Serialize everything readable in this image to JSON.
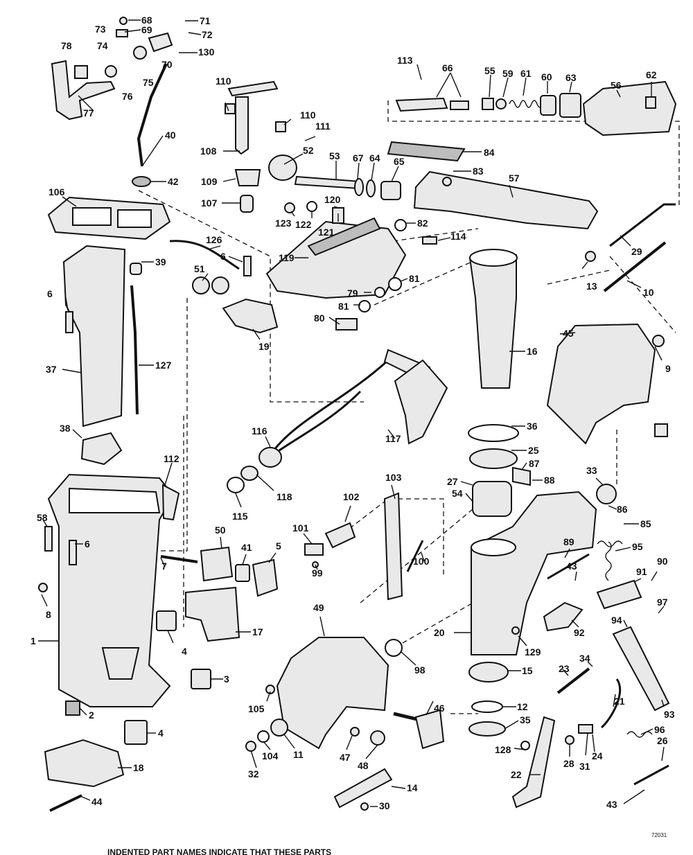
{
  "diagram": {
    "drawing_number": "72031",
    "footnote": "INDENTED PART NAMES INDICATE THAT THESE PARTS",
    "callouts": [
      "68",
      "71",
      "73",
      "69",
      "72",
      "78",
      "74",
      "130",
      "70",
      "75",
      "76",
      "77",
      "40",
      "42",
      "113",
      "66",
      "55",
      "59",
      "61",
      "60",
      "63",
      "56",
      "62",
      "110",
      "110",
      "111",
      "108",
      "52",
      "53",
      "67",
      "64",
      "65",
      "84",
      "83",
      "57",
      "109",
      "107",
      "106",
      "120",
      "123",
      "122",
      "121",
      "82",
      "114",
      "126",
      "6",
      "39",
      "51",
      "119",
      "81",
      "79",
      "81",
      "13",
      "29",
      "10",
      "6",
      "80",
      "19",
      "9",
      "37",
      "127",
      "16",
      "45",
      "38",
      "36",
      "116",
      "117",
      "112",
      "25",
      "87",
      "88",
      "27",
      "54",
      "118",
      "115",
      "103",
      "102",
      "33",
      "86",
      "85",
      "58",
      "6",
      "101",
      "100",
      "89",
      "43",
      "95",
      "91",
      "90",
      "7",
      "99",
      "50",
      "41",
      "5",
      "8",
      "1",
      "4",
      "17",
      "49",
      "20",
      "94",
      "97",
      "92",
      "129",
      "98",
      "3",
      "15",
      "34",
      "23",
      "46",
      "105",
      "12",
      "35",
      "2",
      "4",
      "18",
      "11",
      "104",
      "32",
      "47",
      "48",
      "21",
      "128",
      "28",
      "24",
      "31",
      "96",
      "93",
      "26",
      "22",
      "14",
      "44",
      "30",
      "43"
    ]
  }
}
